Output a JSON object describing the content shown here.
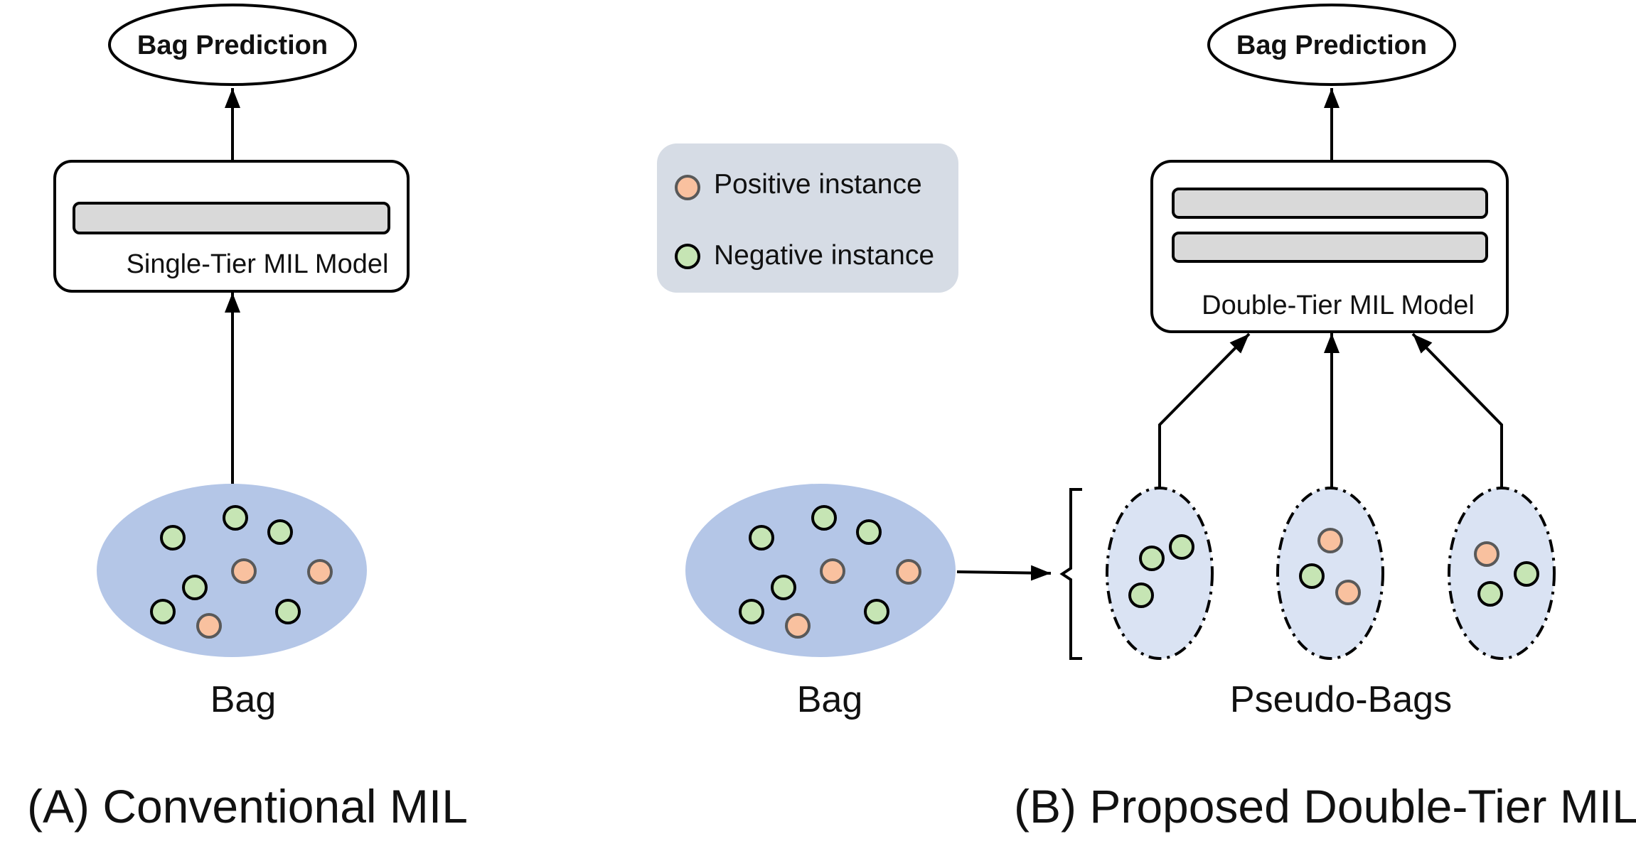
{
  "panel_a": {
    "prediction_label": "Bag Prediction",
    "model_label": "Single-Tier MIL Model",
    "bag_label": "Bag",
    "caption": "(A) Conventional MIL"
  },
  "panel_b": {
    "prediction_label": "Bag Prediction",
    "model_label": "Double-Tier MIL Model",
    "bag_label": "Bag",
    "pseudo_bags_label": "Pseudo-Bags",
    "caption": "(B) Proposed Double-Tier MIL"
  },
  "legend": {
    "positive_label": "Positive instance",
    "negative_label": "Negative instance"
  },
  "colors": {
    "positive_fill": "#f9c19f",
    "negative_fill": "#c6e5b4",
    "bag_fill": "#b4c6e7",
    "pseudo_bag_fill": "#dae3f3",
    "legend_bg": "#d6dce5",
    "model_bar": "#d9d9d9"
  }
}
